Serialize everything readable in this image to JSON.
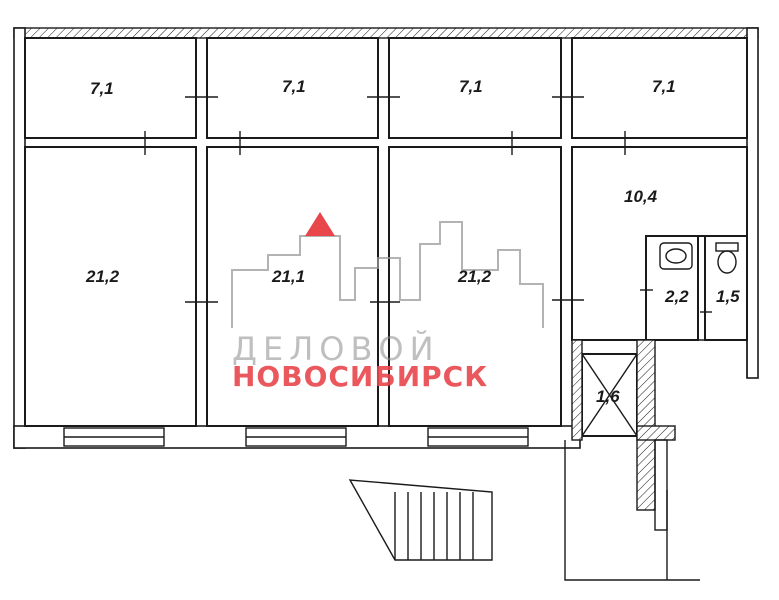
{
  "rooms": {
    "top_1": "7,1",
    "top_2": "7,1",
    "top_3": "7,1",
    "top_4": "7,1",
    "main_1": "21,2",
    "main_2": "21,1",
    "main_3": "21,2",
    "main_4": "10,4",
    "wc_1": "2,2",
    "wc_2": "1,5",
    "stair_hall": "1,6"
  },
  "watermark": {
    "line1": "ДЕЛОВОЙ",
    "line2": "НОВОСИБИРСК",
    "accent_color": "#e8464b",
    "gray_color": "#8a8a8a"
  },
  "colors": {
    "wall_stroke": "#1a1a1a",
    "background": "#ffffff"
  }
}
